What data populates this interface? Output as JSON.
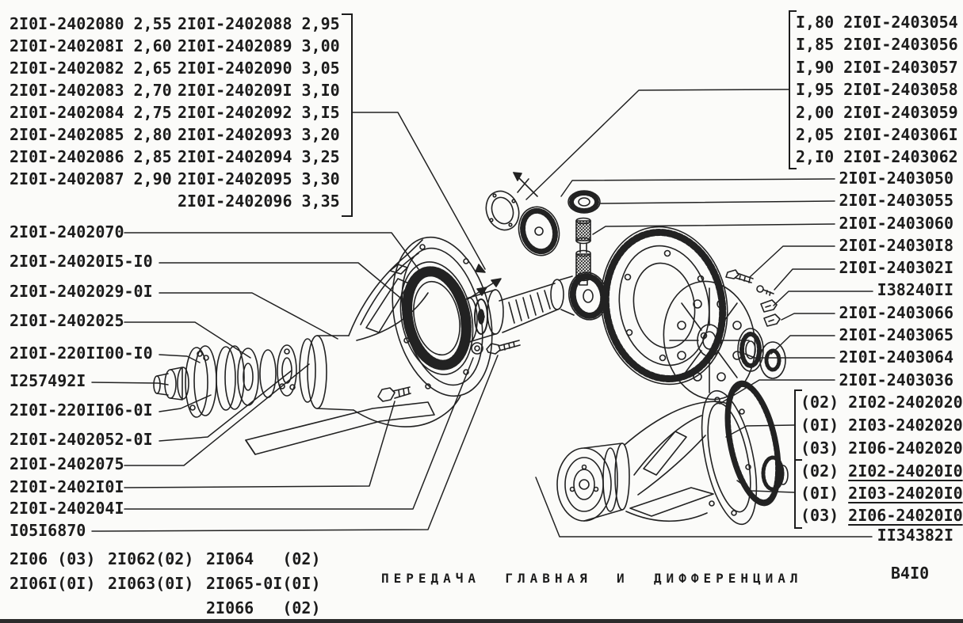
{
  "page": {
    "title": "ПЕРЕДАЧА  ГЛАВНАЯ  И  ДИФФЕРЕНЦИАЛ",
    "sheet_code": "B4I0",
    "ink_color": "#1c1c1c",
    "paper_color": "#fbfbf9"
  },
  "top_left_table": {
    "col1": [
      {
        "part": "2I0I-2402080",
        "ratio": "2,55"
      },
      {
        "part": "2I0I-240208I",
        "ratio": "2,60"
      },
      {
        "part": "2I0I-2402082",
        "ratio": "2,65"
      },
      {
        "part": "2I0I-2402083",
        "ratio": "2,70"
      },
      {
        "part": "2I0I-2402084",
        "ratio": "2,75"
      },
      {
        "part": "2I0I-2402085",
        "ratio": "2,80"
      },
      {
        "part": "2I0I-2402086",
        "ratio": "2,85"
      },
      {
        "part": "2I0I-2402087",
        "ratio": "2,90"
      }
    ],
    "col2": [
      {
        "part": "2I0I-2402088",
        "ratio": "2,95"
      },
      {
        "part": "2I0I-2402089",
        "ratio": "3,00"
      },
      {
        "part": "2I0I-2402090",
        "ratio": "3,05"
      },
      {
        "part": "2I0I-240209I",
        "ratio": "3,I0"
      },
      {
        "part": "2I0I-2402092",
        "ratio": "3,I5"
      },
      {
        "part": "2I0I-2402093",
        "ratio": "3,20"
      },
      {
        "part": "2I0I-2402094",
        "ratio": "3,25"
      },
      {
        "part": "2I0I-2402095",
        "ratio": "3,30"
      },
      {
        "part": "2I0I-2402096",
        "ratio": "3,35"
      }
    ]
  },
  "top_right_table": [
    {
      "ratio": "I,80",
      "part": "2I0I-2403054"
    },
    {
      "ratio": "I,85",
      "part": "2I0I-2403056"
    },
    {
      "ratio": "I,90",
      "part": "2I0I-2403057"
    },
    {
      "ratio": "I,95",
      "part": "2I0I-2403058"
    },
    {
      "ratio": "2,00",
      "part": "2I0I-2403059"
    },
    {
      "ratio": "2,05",
      "part": "2I0I-240306I"
    },
    {
      "ratio": "2,I0",
      "part": "2I0I-2403062"
    }
  ],
  "right_labels": [
    "2I0I-2403050",
    "2I0I-2403055",
    "2I0I-2403060",
    "2I0I-24030I8",
    "2I0I-240302I",
    "I38240II",
    "2I0I-2403066",
    "2I0I-2403065",
    "2I0I-2403064",
    "2I0I-2403036"
  ],
  "right_group1": [
    {
      "code": "(02)",
      "part": "2I02-2402020"
    },
    {
      "code": "(0I)",
      "part": "2I03-2402020"
    },
    {
      "code": "(03)",
      "part": "2I06-2402020"
    }
  ],
  "right_group2": [
    {
      "code": "(02)",
      "part": "2I02-24020I0"
    },
    {
      "code": "(0I)",
      "part": "2I03-24020I0"
    },
    {
      "code": "(03)",
      "part": "2I06-24020I0"
    }
  ],
  "right_footer_label": "II34382I",
  "left_labels": [
    "2I0I-2402070",
    "2I0I-24020I5-I0",
    "2I0I-2402029-0I",
    "2I0I-2402025",
    "2I0I-220II00-I0",
    "I257492I",
    "2I0I-220II06-0I",
    "2I0I-2402052-0I",
    "2I0I-2402075",
    "2I0I-2402I0I",
    "2I0I-240204I",
    "I05I6870"
  ],
  "bottom_models": {
    "col1": [
      "2I06 (03)",
      "2I06I(0I)"
    ],
    "col2": [
      "2I062(02)",
      "2I063(0I)"
    ],
    "col3": [
      "2I064   (02)",
      "2I065-0I(0I)",
      "2I066   (02)"
    ]
  }
}
